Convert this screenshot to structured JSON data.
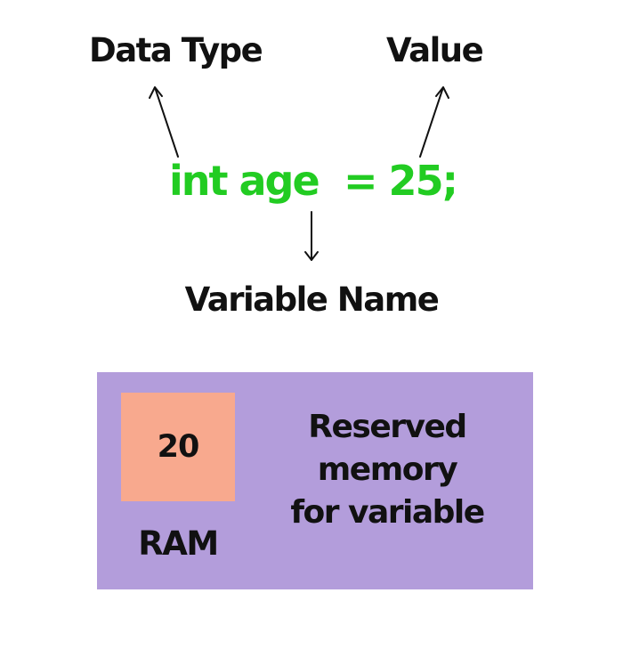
{
  "labels": {
    "data_type": "Data Type",
    "value": "Value",
    "variable_name": "Variable Name"
  },
  "code": {
    "declaration": "int age",
    "assignment": "= 25;",
    "color": "#22cc22"
  },
  "memory": {
    "cell_value": "20",
    "ram_label": "RAM",
    "description_lines": [
      "Reserved",
      "memory",
      "for variable"
    ],
    "panel_color": "#b39ddb",
    "cell_color": "#f8a98e"
  }
}
